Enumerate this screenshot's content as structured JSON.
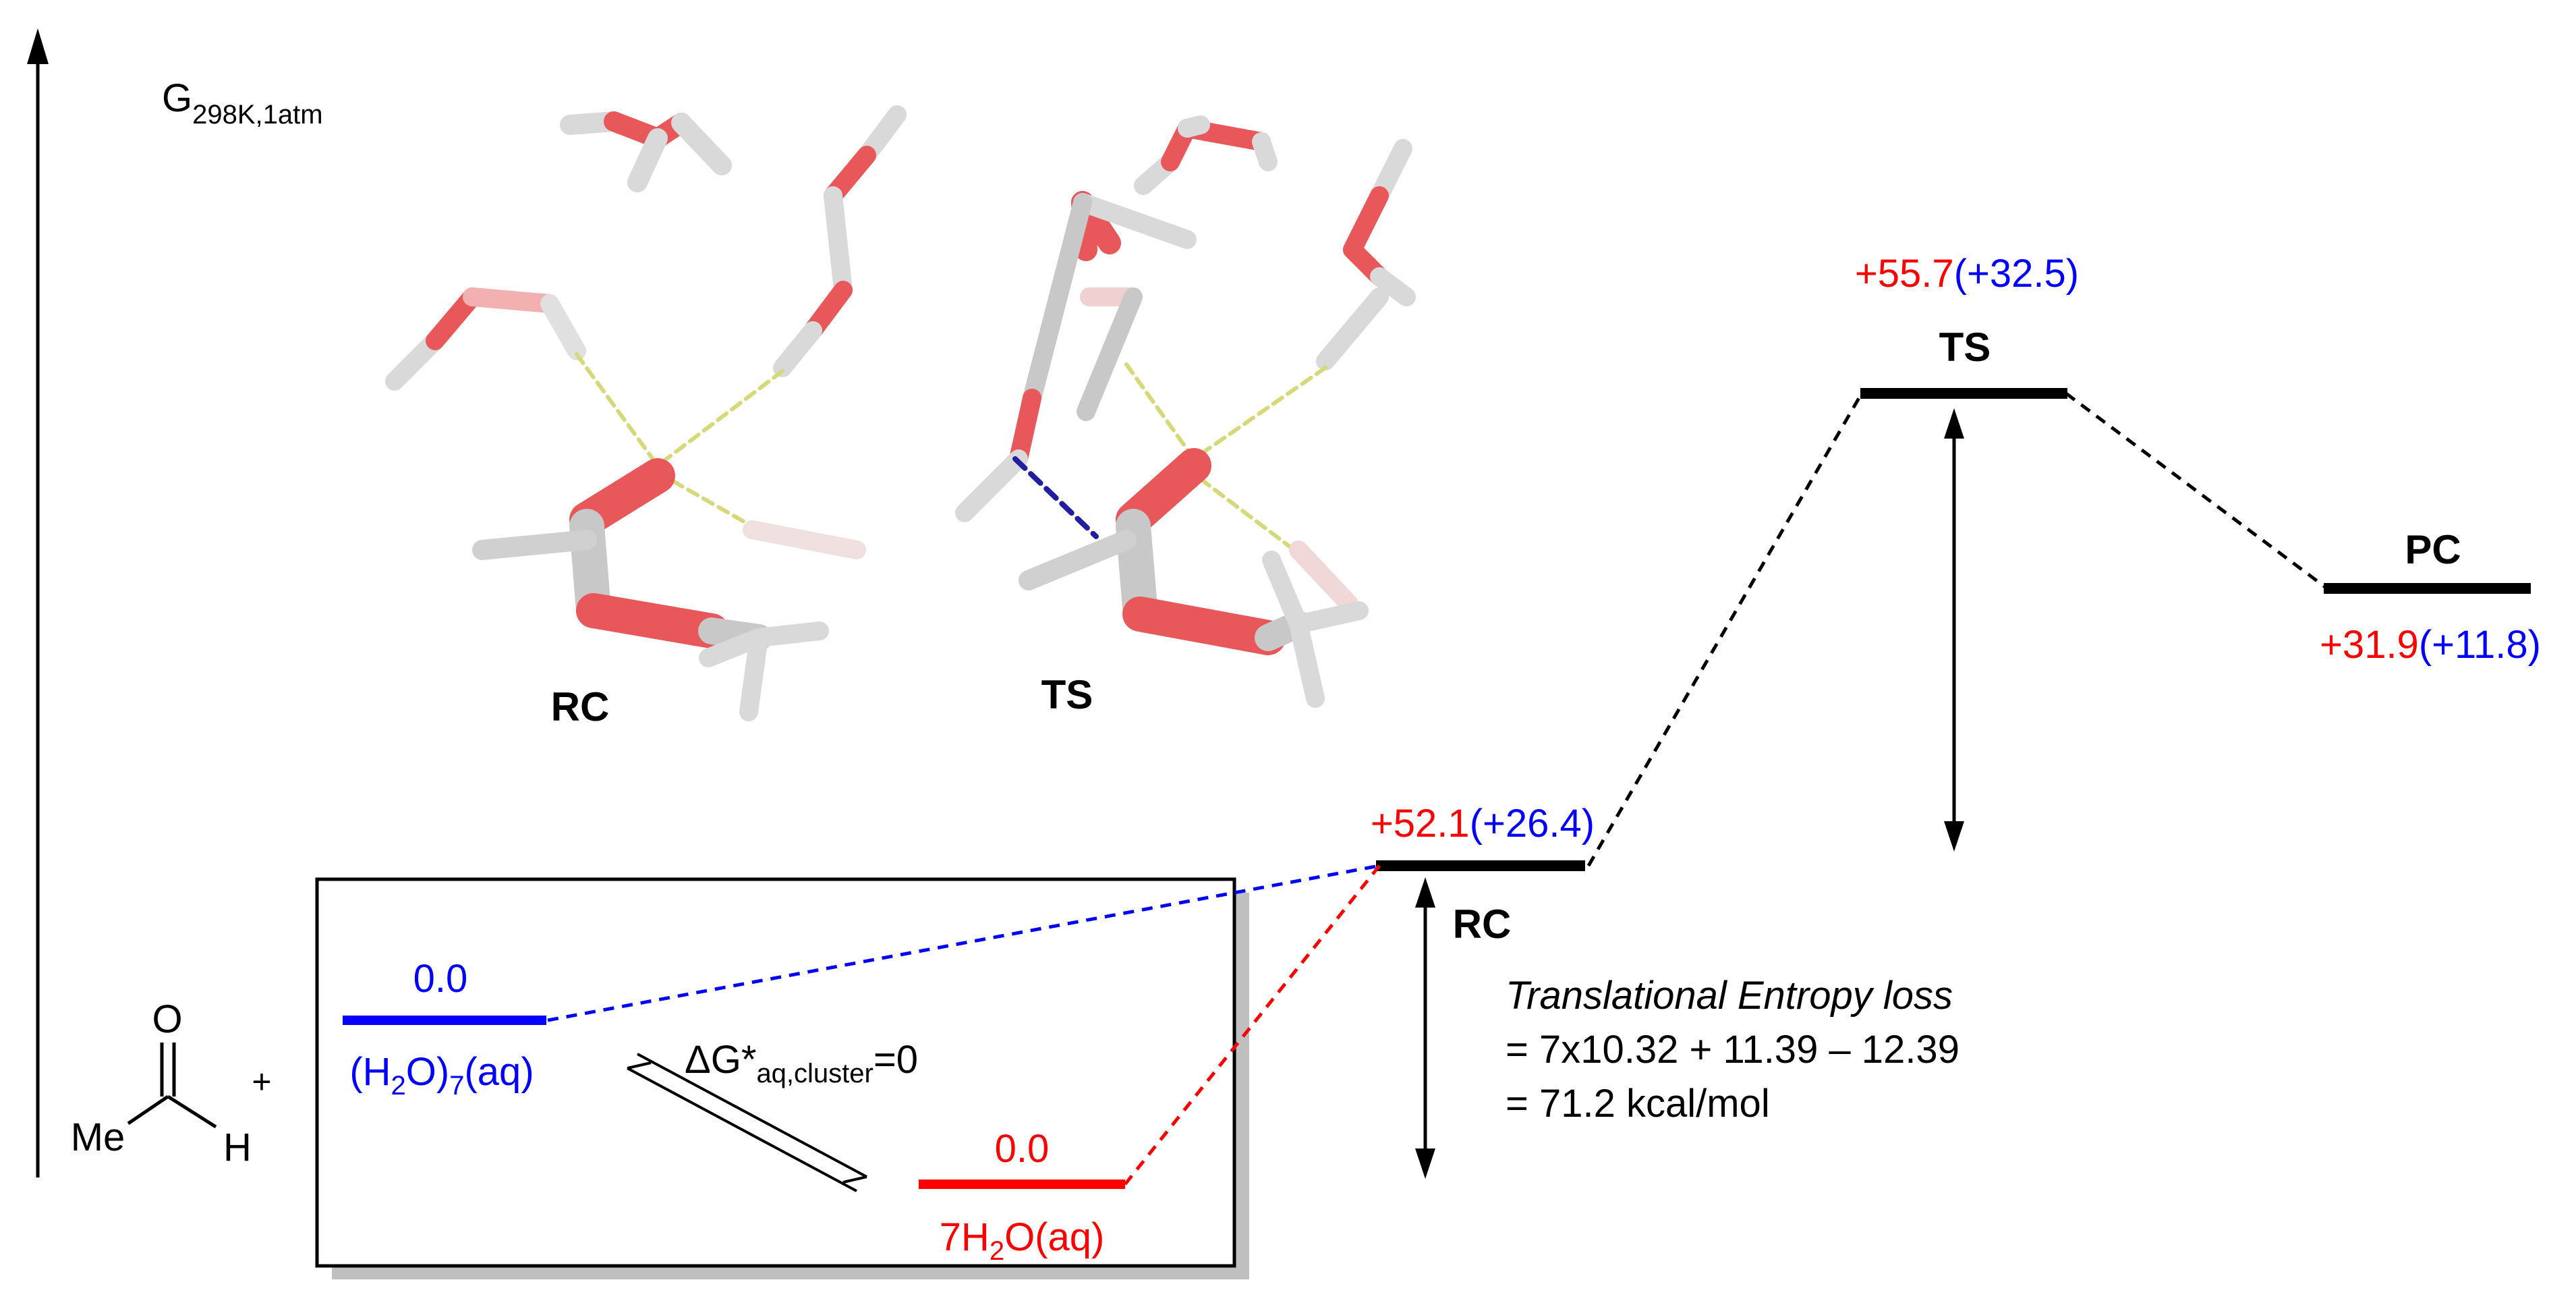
{
  "axis": {
    "label_main": "G",
    "label_sub": "298K,1atm"
  },
  "levels": {
    "rc": {
      "label": "RC",
      "value_red": "+52.1",
      "value_blue": "(+26.4)"
    },
    "ts": {
      "label": "TS",
      "value_red": "+55.7",
      "value_blue": "(+32.5)"
    },
    "pc": {
      "label": "PC",
      "value_red": "+31.9",
      "value_blue": "(+11.8)"
    }
  },
  "structures": {
    "rc_label": "RC",
    "ts_label": "TS"
  },
  "reactant": {
    "oxygen": "O",
    "methyl": "Me",
    "hydrogen": "H",
    "plus": "+"
  },
  "inset": {
    "cluster_value": "0.0",
    "cluster_label": {
      "p1": "(H",
      "sub1": "2",
      "p2": "O)",
      "sub2": "7",
      "p3": "(aq)"
    },
    "free_value": "0.0",
    "free_label": {
      "p1": "7H",
      "sub1": "2",
      "p2": "O(aq)"
    },
    "equilibrium": {
      "delta": "ΔG*",
      "sub": "aq,cluster",
      "rest": "=0"
    }
  },
  "entropy_note": {
    "title": "Translational Entropy loss",
    "line1": "= 7x10.32 + 11.39 – 12.39",
    "line2": "= 71.2 kcal/mol"
  },
  "colors": {
    "red": "#ff0000",
    "blue": "#0000ff",
    "black": "#000000",
    "oxygen_red": "#e8575a",
    "hydrogen_gray": "#d9d9d9",
    "carbon_gray": "#c8c8c8",
    "hbond_yellow": "#d6d97a",
    "hbond_blue": "#1f1fa0",
    "shadow": "#bfbfbf"
  }
}
